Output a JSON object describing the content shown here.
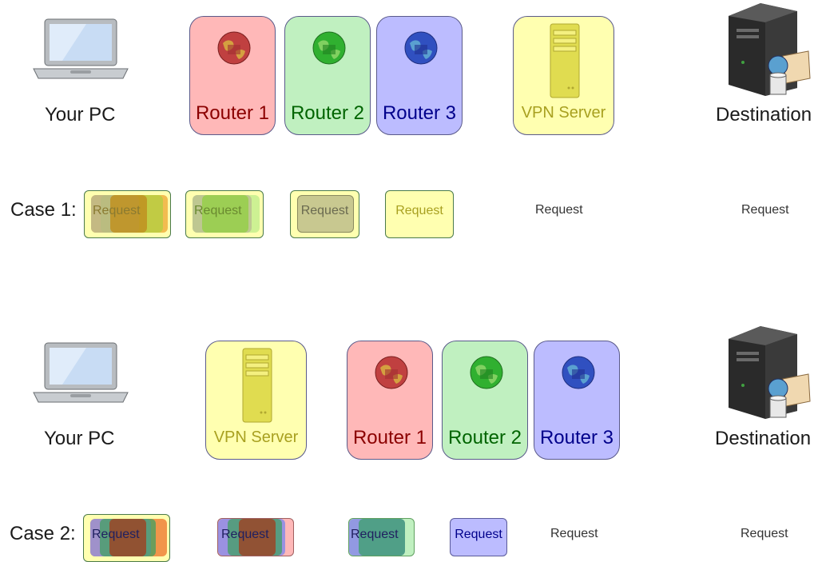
{
  "nodes": {
    "your_pc": "Your PC",
    "router1": "Router 1",
    "router2": "Router 2",
    "router3": "Router 3",
    "vpn_server": "VPN Server",
    "destination": "Destination"
  },
  "cases": [
    {
      "label": "Case 1:",
      "request_labels": [
        "Request",
        "Request",
        "Request",
        "Request",
        "Request",
        "Request"
      ]
    },
    {
      "label": "Case 2:",
      "request_labels": [
        "Request",
        "Request",
        "Request",
        "Request",
        "Request",
        "Request"
      ]
    }
  ],
  "colors": {
    "router1_fill": "#ffb8b8",
    "router1_text": "#8b0000",
    "router2_fill": "#c0f0c0",
    "router2_text": "#006400",
    "router3_fill": "#bcbcff",
    "router3_text": "#00008b",
    "vpn_fill": "#ffffb0",
    "vpn_text": "#a8a020"
  },
  "icons": {
    "pc": "laptop-icon",
    "router": "globe-router-icon",
    "vpn": "server-tower-icon",
    "destination": "web-server-icon"
  }
}
